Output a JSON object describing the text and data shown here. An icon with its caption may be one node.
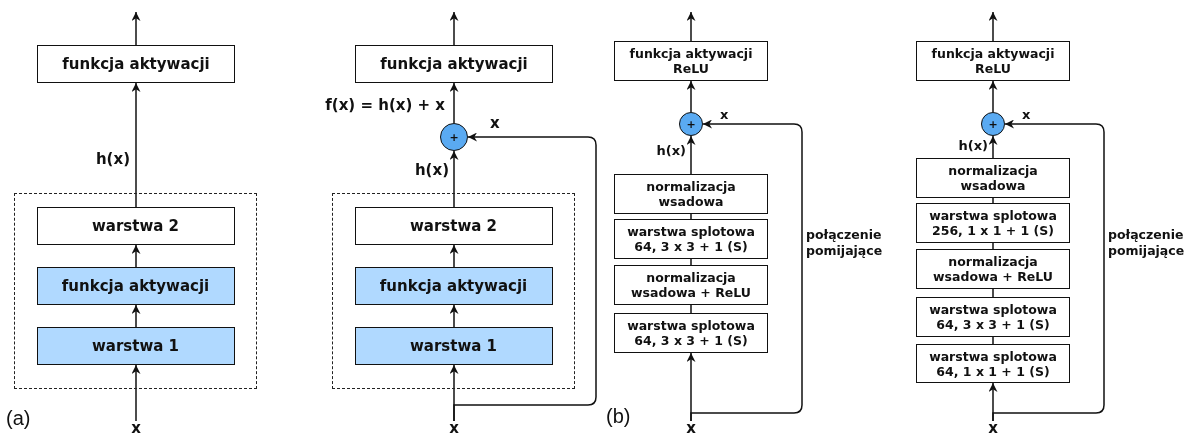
{
  "diagram": {
    "nodes": [
      {
        "text": [
          "funkcja aktywacji"
        ]
      },
      {
        "text": [],
        "shape": "box"
      },
      {
        "text": [
          "warstwa 2"
        ],
        "in": 1
      },
      {
        "text": [
          "funkcja aktywacji"
        ],
        "in": 1
      },
      {
        "text": [
          "warstwa 1"
        ],
        "in": 1
      },
      {
        "text": [
          "x"
        ]
      },
      {
        "text": [
          "funkcja aktywacji"
        ]
      },
      {
        "text": [
          "+"
        ]
      },
      {
        "text": [],
        "shape": "box"
      },
      {
        "text": [
          "warstwa 2"
        ],
        "in": 8
      },
      {
        "text": [
          "funkcja aktywacji"
        ],
        "in": 8
      },
      {
        "text": [
          "warstwa 1"
        ],
        "in": 8
      },
      {
        "text": [
          "x"
        ]
      },
      {
        "text": [
          "funkcja aktywacji ReLU"
        ]
      },
      {
        "text": [
          "+"
        ]
      },
      {
        "text": [
          "normalizacja wsadowa"
        ]
      },
      {
        "text": [
          "warstwa splotowa 64, 3 x 3 + 1 (S)"
        ]
      },
      {
        "text": [
          "normalizacja wsadowa + ReLU"
        ]
      },
      {
        "text": [
          "warstwa splotowa 64, 3 x 3 + 1 (S)"
        ]
      },
      {
        "text": [
          "x"
        ]
      },
      {
        "text": [
          "funkcja aktywacji ReLU"
        ]
      },
      {
        "text": [
          "+"
        ]
      },
      {
        "text": [
          "normalizacja wsadowa"
        ]
      },
      {
        "text": [
          "warstwa splotowa 256, 1 x 1 + 1 (S)"
        ]
      },
      {
        "text": [
          "normalizacja wsadowa + ReLU"
        ]
      },
      {
        "text": [
          "warstwa splotowa 64, 3 x 3 + 1 (S)"
        ]
      },
      {
        "text": [
          "warstwa splotowa 64, 1 x 1 + 1 (S)"
        ]
      },
      {
        "text": [
          "x"
        ]
      }
    ],
    "edges": [
      {
        "from": 0,
        "to": null,
        "arrow": "to"
      },
      {
        "from": 2,
        "to": 0,
        "arrow": "to",
        "label": "h(x)"
      },
      {
        "from": 3,
        "to": 2,
        "arrow": "to"
      },
      {
        "from": 4,
        "to": 3,
        "arrow": "to"
      },
      {
        "from": 5,
        "to": 4,
        "arrow": "to"
      },
      {
        "from": 6,
        "to": null,
        "arrow": "to"
      },
      {
        "from": 7,
        "to": 6,
        "arrow": "to",
        "label": "f(x) = h(x) + x"
      },
      {
        "from": 9,
        "to": 7,
        "arrow": "to",
        "label": "h(x)"
      },
      {
        "from": 10,
        "to": 9,
        "arrow": "to"
      },
      {
        "from": 11,
        "to": 10,
        "arrow": "to"
      },
      {
        "from": 12,
        "to": 11,
        "arrow": "to"
      },
      {
        "from": 12,
        "to": 7,
        "arrow": "to",
        "label": "x"
      },
      {
        "from": 13,
        "to": null,
        "arrow": "to"
      },
      {
        "from": 14,
        "to": 13,
        "arrow": "to"
      },
      {
        "from": 15,
        "to": 14,
        "arrow": "to",
        "label": "h(x)"
      },
      {
        "from": 16,
        "to": 15,
        "arrow": "none"
      },
      {
        "from": 17,
        "to": 16,
        "arrow": "none"
      },
      {
        "from": 18,
        "to": 17,
        "arrow": "none"
      },
      {
        "from": 19,
        "to": 18,
        "arrow": "to"
      },
      {
        "from": 19,
        "to": 14,
        "arrow": "to",
        "label": "x"
      },
      {
        "from": 20,
        "to": null,
        "arrow": "to"
      },
      {
        "from": 21,
        "to": 20,
        "arrow": "to"
      },
      {
        "from": 22,
        "to": 21,
        "arrow": "to",
        "label": "h(x)"
      },
      {
        "from": 23,
        "to": 22,
        "arrow": "none"
      },
      {
        "from": 24,
        "to": 23,
        "arrow": "none"
      },
      {
        "from": 25,
        "to": 24,
        "arrow": "none"
      },
      {
        "from": 26,
        "to": 25,
        "arrow": "none"
      },
      {
        "from": 27,
        "to": 26,
        "arrow": "to"
      },
      {
        "from": 27,
        "to": 21,
        "arrow": "to",
        "label": "x"
      }
    ],
    "labels": [
      "(a)",
      "(b)",
      "połączenie pomijające",
      "połączenie pomijające"
    ]
  }
}
